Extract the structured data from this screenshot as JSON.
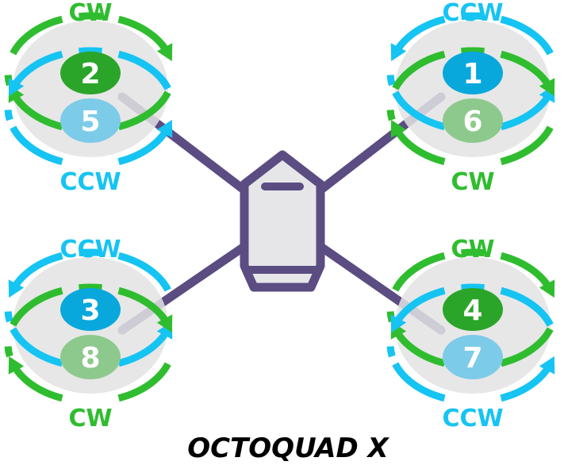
{
  "title": "OCTOQUAD X",
  "colors": {
    "cw": "#2fbd2f",
    "ccw": "#15c4f2",
    "frame": "#5b4c82",
    "body_fill": "#e6e6e9",
    "disc": "#e3e3e3",
    "motor_cw_top": "#2aa52a",
    "motor_cw_bottom": "#8dc98d",
    "motor_ccw_top": "#08a8dc",
    "motor_ccw_bottom": "#7ccbe8"
  },
  "arms": [
    {
      "position": "top-left",
      "top_motor": {
        "number": "2",
        "direction": "CW"
      },
      "bottom_motor": {
        "number": "5",
        "direction": "CCW"
      },
      "upper_label": "CW",
      "lower_label": "CCW"
    },
    {
      "position": "top-right",
      "top_motor": {
        "number": "1",
        "direction": "CCW"
      },
      "bottom_motor": {
        "number": "6",
        "direction": "CW"
      },
      "upper_label": "CCW",
      "lower_label": "CW"
    },
    {
      "position": "bottom-left",
      "top_motor": {
        "number": "3",
        "direction": "CCW"
      },
      "bottom_motor": {
        "number": "8",
        "direction": "CW"
      },
      "upper_label": "CCW",
      "lower_label": "CW"
    },
    {
      "position": "bottom-right",
      "top_motor": {
        "number": "4",
        "direction": "CW"
      },
      "bottom_motor": {
        "number": "7",
        "direction": "CCW"
      },
      "upper_label": "CW",
      "lower_label": "CCW"
    }
  ]
}
